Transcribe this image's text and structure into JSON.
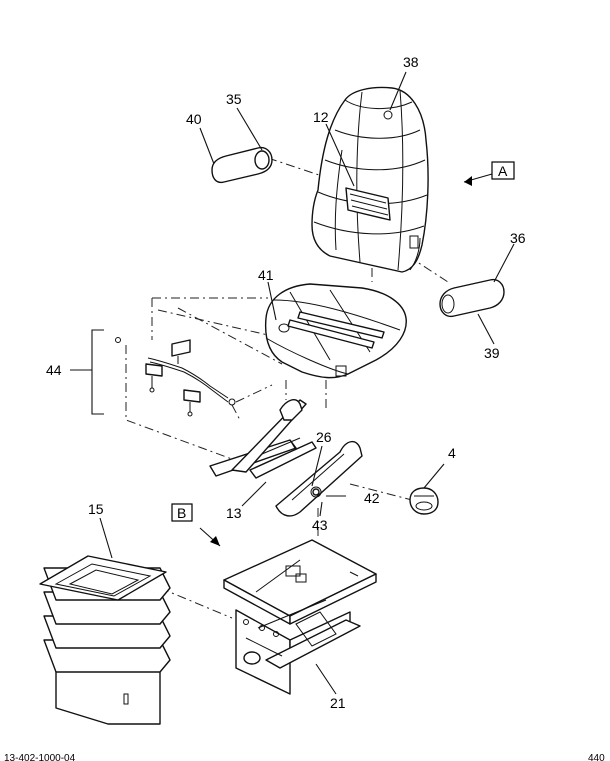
{
  "callouts": {
    "c38": "38",
    "c35": "35",
    "c40": "40",
    "c12": "12",
    "c36": "36",
    "c39": "39",
    "c41": "41",
    "c44": "44",
    "c26": "26",
    "c4": "4",
    "c42": "42",
    "c43": "43",
    "c13": "13",
    "c15": "15",
    "c21": "21"
  },
  "view_markers": {
    "a": "A",
    "b": "B"
  },
  "footer": {
    "left": "13-402-1000-04",
    "right": "440"
  }
}
